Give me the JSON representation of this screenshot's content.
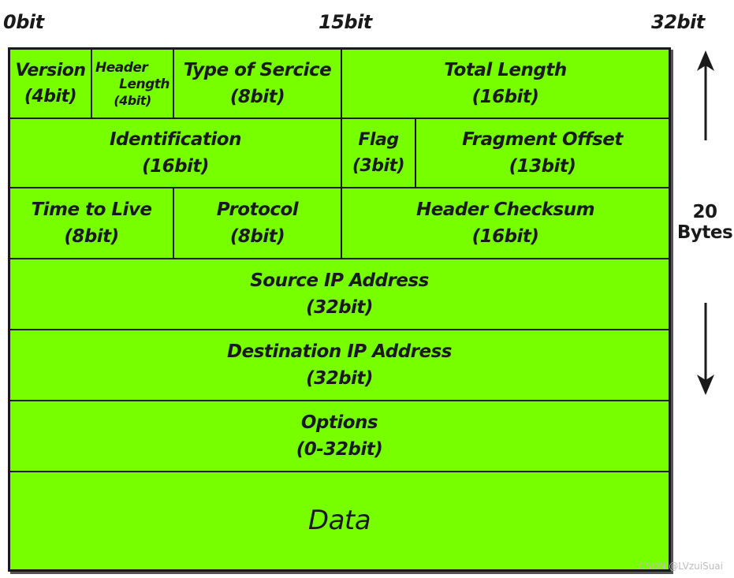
{
  "scale": {
    "left": "0bit",
    "middle": "15bit",
    "right": "32bit"
  },
  "fields": {
    "version": {
      "name": "Version",
      "bits": "(4bit)"
    },
    "header_length": {
      "name_line1": "Header",
      "name_line2": "Length",
      "bits": "(4bit)"
    },
    "type_of_service": {
      "name": "Type of Sercice",
      "bits": "(8bit)"
    },
    "total_length": {
      "name": "Total Length",
      "bits": "(16bit)"
    },
    "identification": {
      "name": "Identification",
      "bits": "(16bit)"
    },
    "flag": {
      "name": "Flag",
      "bits": "(3bit)"
    },
    "fragment_offset": {
      "name": "Fragment Offset",
      "bits": "(13bit)"
    },
    "time_to_live": {
      "name": "Time to Live",
      "bits": "(8bit)"
    },
    "protocol": {
      "name": "Protocol",
      "bits": "(8bit)"
    },
    "header_checksum": {
      "name": "Header Checksum",
      "bits": "(16bit)"
    },
    "source_ip": {
      "name": "Source IP Address",
      "bits": "(32bit)"
    },
    "destination_ip": {
      "name": "Destination IP Address",
      "bits": "(32bit)"
    },
    "options": {
      "name": "Options",
      "bits": "(0-32bit)"
    },
    "data": {
      "name": "Data"
    }
  },
  "side": {
    "line1": "20",
    "line2": "Bytes"
  },
  "watermark": "CSDN @LVzuiSuai",
  "colors": {
    "field_fill": "#77ff00",
    "border": "#1a1a1a"
  }
}
